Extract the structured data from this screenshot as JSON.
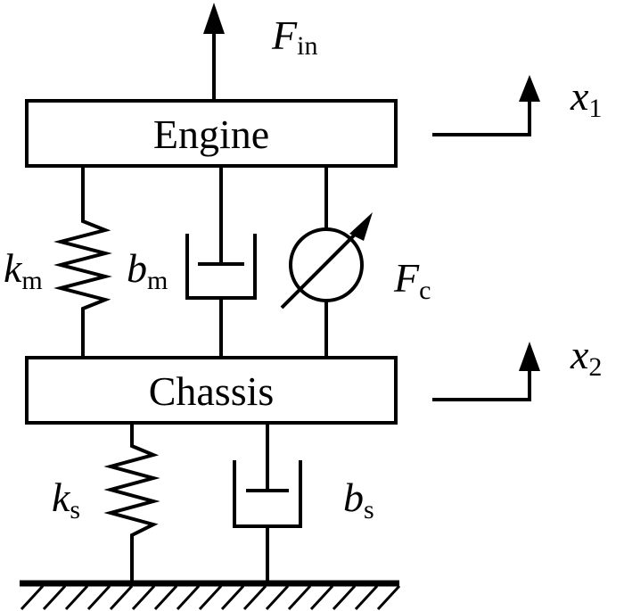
{
  "blocks": {
    "engine": "Engine",
    "chassis": "Chassis"
  },
  "labels": {
    "f_in": {
      "main": "F",
      "sub": "in"
    },
    "x1": {
      "main": "x",
      "sub": "1"
    },
    "x2": {
      "main": "x",
      "sub": "2"
    },
    "k_m": {
      "main": "k",
      "sub": "m"
    },
    "b_m": {
      "main": "b",
      "sub": "m"
    },
    "f_c": {
      "main": "F",
      "sub": "c"
    },
    "k_s": {
      "main": "k",
      "sub": "s"
    },
    "b_s": {
      "main": "b",
      "sub": "s"
    }
  }
}
